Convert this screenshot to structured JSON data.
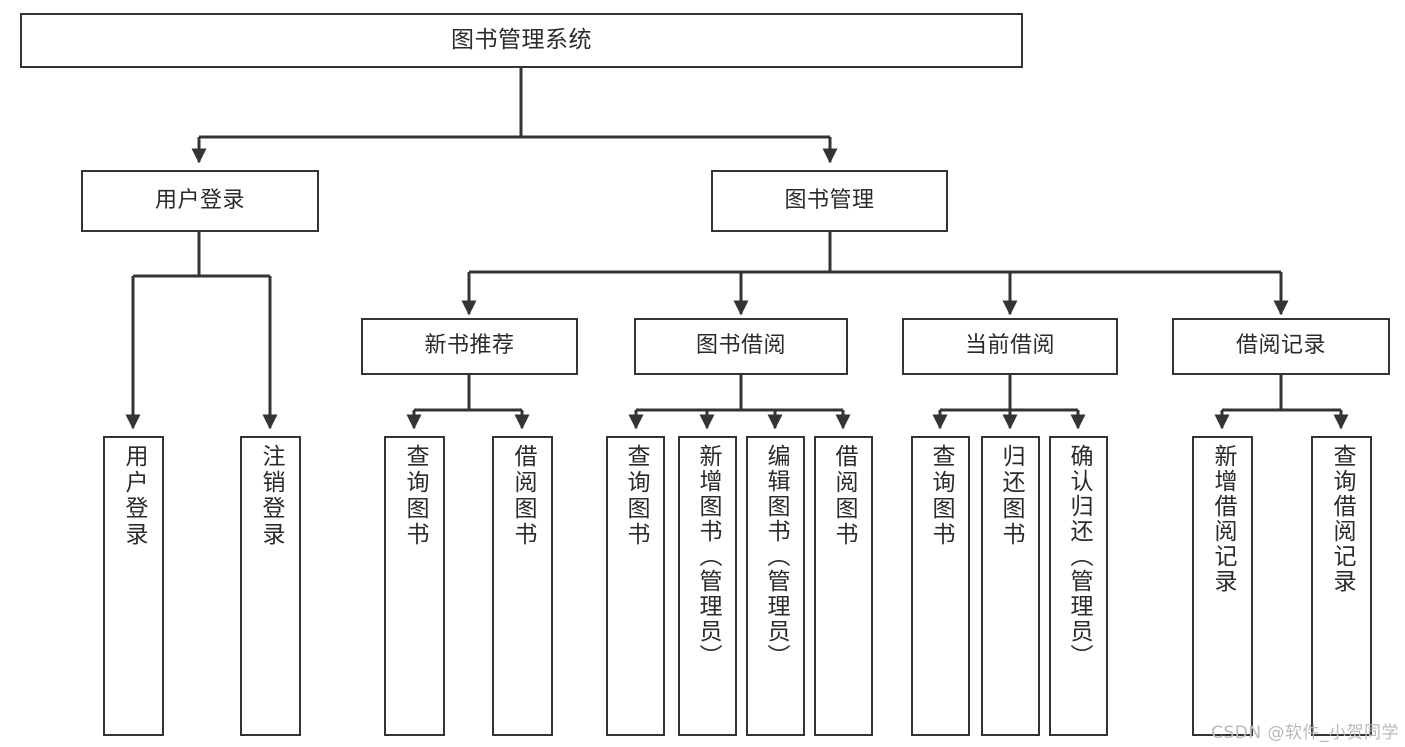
{
  "diagram": {
    "title": "图书管理系统",
    "type": "tree-hierarchy-diagram",
    "watermark": "CSDN @软件_小贺同学",
    "style": {
      "box_border_color": "#343434",
      "box_fill_color": "#ffffff",
      "edge_color": "#343434",
      "text_color": "#2b2b2b",
      "background": "#ffffff",
      "watermark_color": "#b9b9b9"
    },
    "levels": [
      {
        "level": 0,
        "nodes": [
          {
            "id": "root",
            "label": "图书管理系统"
          }
        ]
      },
      {
        "level": 1,
        "nodes": [
          {
            "id": "login",
            "label": "用户登录",
            "parent": "root"
          },
          {
            "id": "bookmgmt",
            "label": "图书管理",
            "parent": "root"
          }
        ]
      },
      {
        "level": 2,
        "nodes": [
          {
            "id": "newbook",
            "label": "新书推荐",
            "parent": "bookmgmt"
          },
          {
            "id": "borrow",
            "label": "图书借阅",
            "parent": "bookmgmt"
          },
          {
            "id": "current",
            "label": "当前借阅",
            "parent": "bookmgmt"
          },
          {
            "id": "records",
            "label": "借阅记录",
            "parent": "bookmgmt"
          }
        ]
      },
      {
        "level": 3,
        "nodes": [
          {
            "id": "leaf1",
            "label": "用户登录",
            "parent": "login"
          },
          {
            "id": "leaf2",
            "label": "注销登录",
            "parent": "login"
          },
          {
            "id": "leaf3",
            "label": "查询图书",
            "parent": "newbook"
          },
          {
            "id": "leaf4",
            "label": "借阅图书",
            "parent": "newbook"
          },
          {
            "id": "leaf5",
            "label": "查询图书",
            "parent": "borrow"
          },
          {
            "id": "leaf6",
            "label": "新增图书（管理员）",
            "parent": "borrow"
          },
          {
            "id": "leaf7",
            "label": "编辑图书（管理员）",
            "parent": "borrow"
          },
          {
            "id": "leaf8",
            "label": "借阅图书",
            "parent": "borrow"
          },
          {
            "id": "leaf9",
            "label": "查询图书",
            "parent": "current"
          },
          {
            "id": "leaf10",
            "label": "归还图书",
            "parent": "current"
          },
          {
            "id": "leaf11",
            "label": "确认归还（管理员）",
            "parent": "current"
          },
          {
            "id": "leaf12",
            "label": "新增借阅记录",
            "parent": "records"
          },
          {
            "id": "leaf13",
            "label": "查询借阅记录",
            "parent": "records"
          }
        ]
      }
    ]
  }
}
